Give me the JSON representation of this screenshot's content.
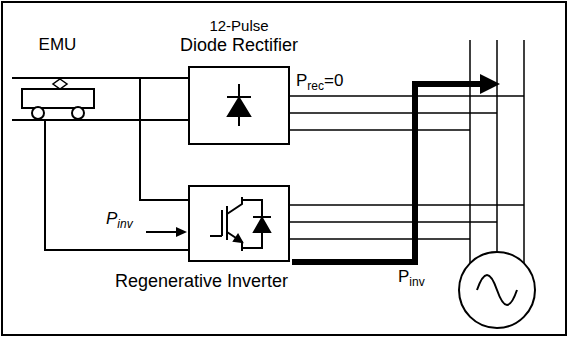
{
  "diagram": {
    "nodes": [
      {
        "text": [
          "EMU"
        ]
      },
      {
        "text": [
          "12-Pulse",
          "Diode Rectifier"
        ]
      },
      {
        "text": [
          "Regenerative Inverter"
        ]
      }
    ],
    "edges": [
      {
        "from": 0,
        "to": 1,
        "arrow": "none"
      },
      {
        "from": 0,
        "to": 1,
        "arrow": "none"
      },
      {
        "from": 0,
        "to": 2,
        "arrow": "none"
      },
      {
        "from": 0,
        "to": 2,
        "arrow": "none"
      }
    ],
    "labels": [
      "P",
      "rec",
      "=0",
      "P",
      "inv",
      "P",
      "inv"
    ]
  }
}
